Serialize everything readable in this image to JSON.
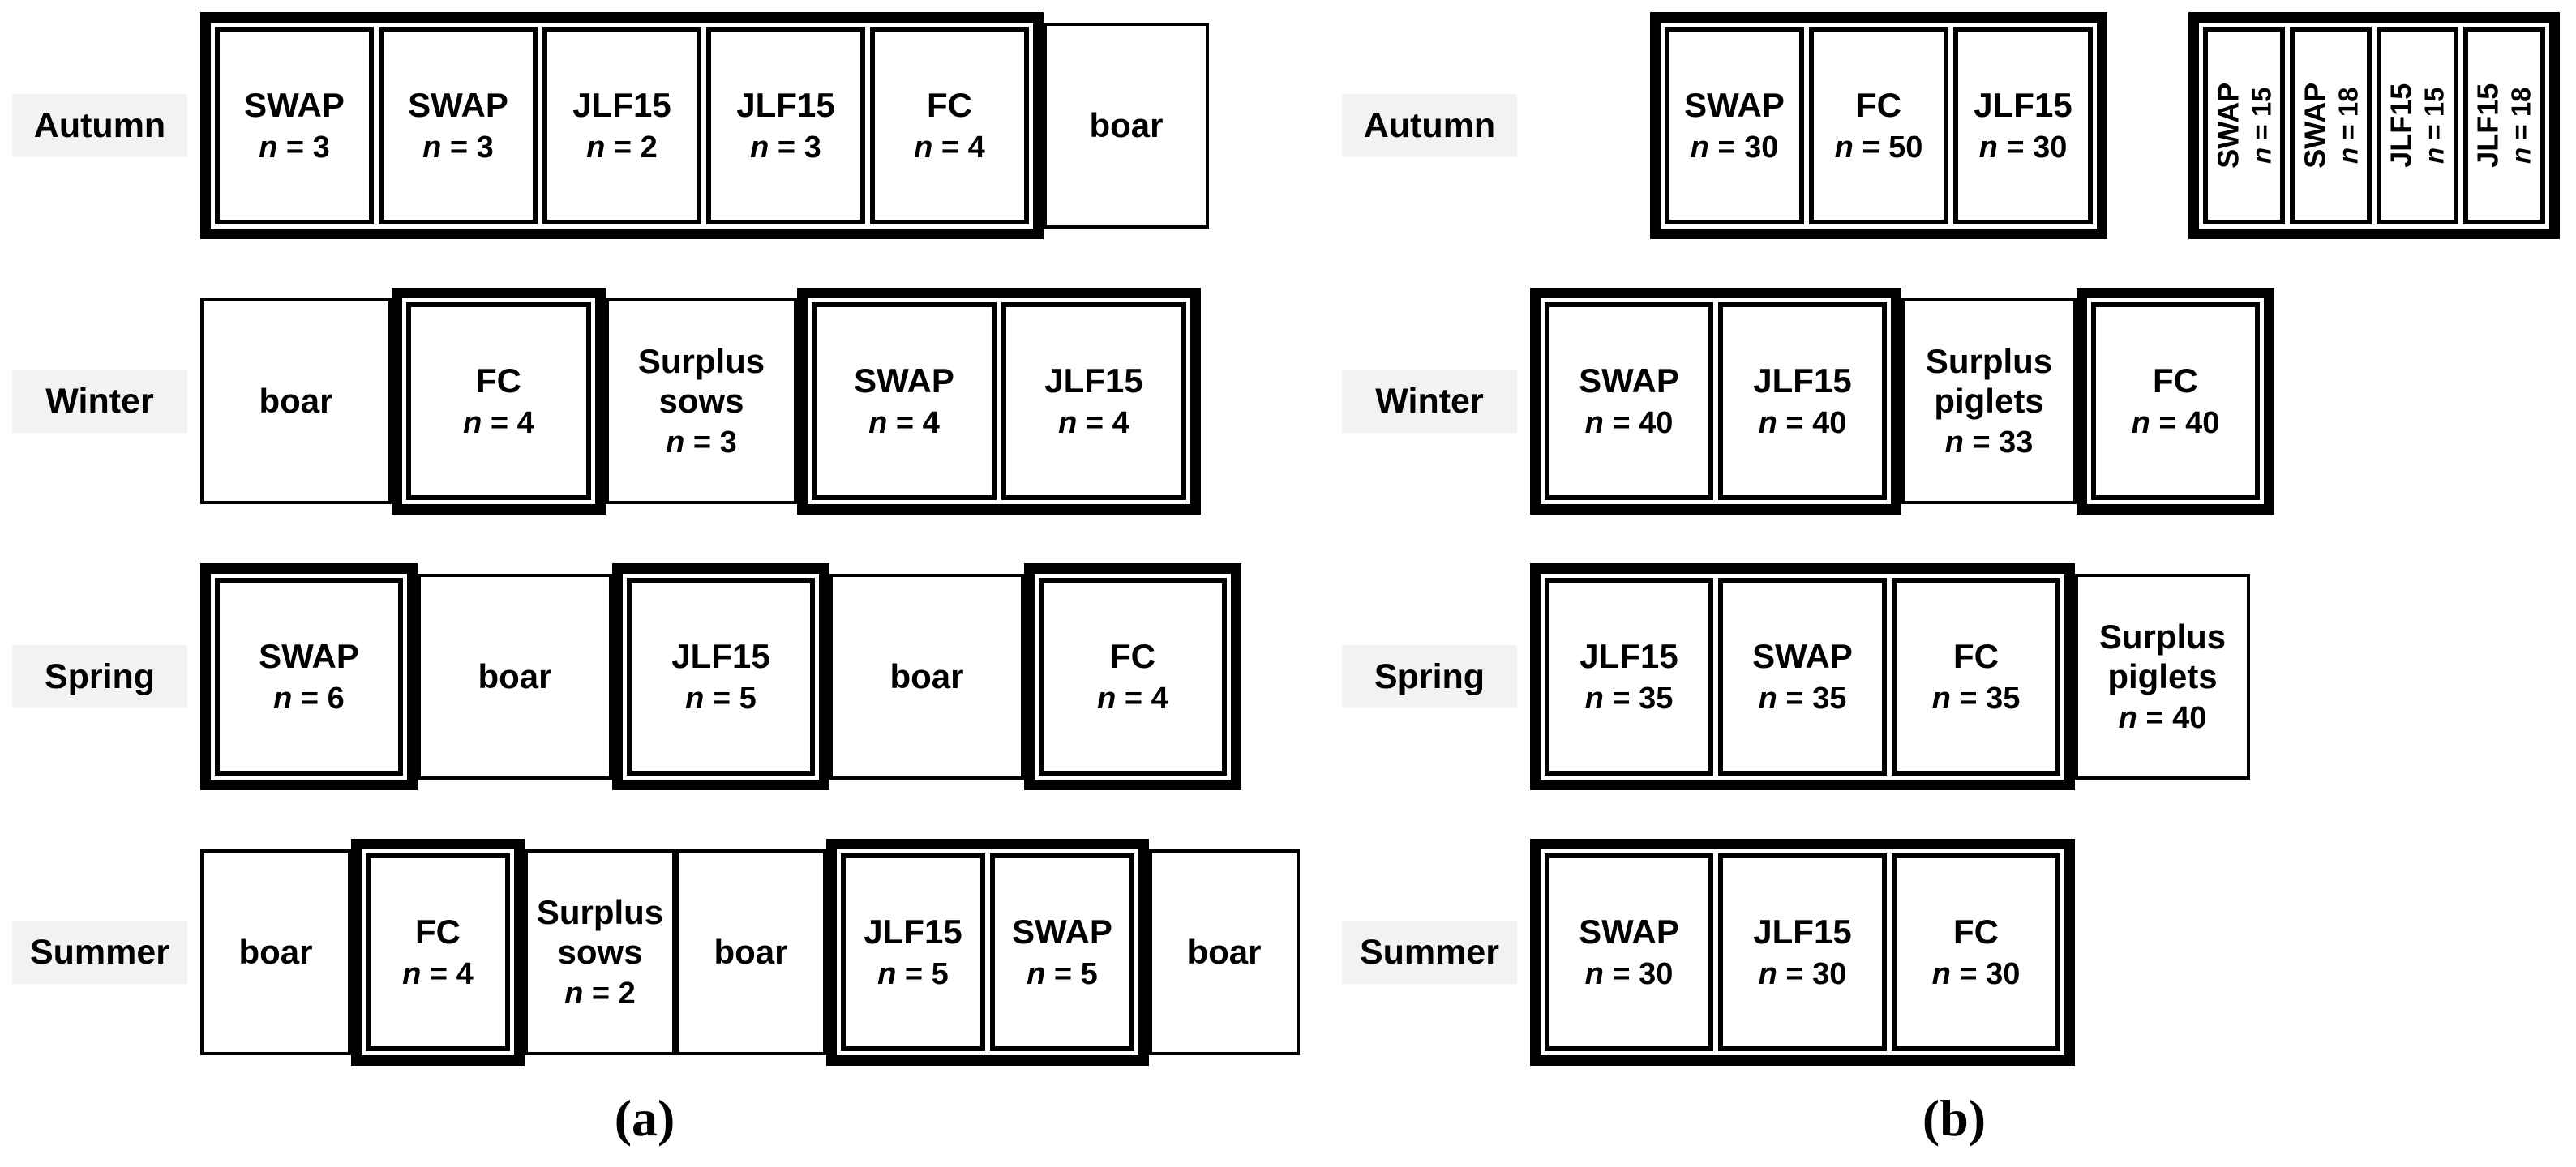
{
  "figure": {
    "border_color": "#000000",
    "season_label_bg": "#f2f2f2",
    "text_color": "#000000",
    "panels": [
      {
        "id": "a",
        "caption": "(a)",
        "rows": [
          {
            "season": "Autumn",
            "groups": [
              {
                "style": "thick",
                "cells": [
                  {
                    "label": "SWAP",
                    "n_line": "n = 3"
                  },
                  {
                    "label": "SWAP",
                    "n_line": "n = 3"
                  },
                  {
                    "label": "JLF15",
                    "n_line": "n = 2"
                  },
                  {
                    "label": "JLF15",
                    "n_line": "n = 3"
                  },
                  {
                    "label": "FC",
                    "n_line": "n = 4"
                  }
                ]
              },
              {
                "style": "thin",
                "cells": [
                  {
                    "label": "boar"
                  }
                ]
              }
            ]
          },
          {
            "season": "Winter",
            "groups": [
              {
                "style": "thin",
                "cells": [
                  {
                    "label": "boar"
                  }
                ]
              },
              {
                "style": "thick",
                "cells": [
                  {
                    "label": "FC",
                    "n_line": "n = 4"
                  }
                ]
              },
              {
                "style": "thin",
                "cells": [
                  {
                    "label": "Surplus\nsows",
                    "n_line": "n = 3"
                  }
                ]
              },
              {
                "style": "thick",
                "cells": [
                  {
                    "label": "SWAP",
                    "n_line": "n = 4"
                  },
                  {
                    "label": "JLF15",
                    "n_line": "n = 4"
                  }
                ]
              }
            ]
          },
          {
            "season": "Spring",
            "groups": [
              {
                "style": "thick",
                "cells": [
                  {
                    "label": "SWAP",
                    "n_line": "n = 6"
                  }
                ]
              },
              {
                "style": "thin",
                "cells": [
                  {
                    "label": "boar"
                  }
                ]
              },
              {
                "style": "thick",
                "cells": [
                  {
                    "label": "JLF15",
                    "n_line": "n = 5"
                  }
                ]
              },
              {
                "style": "thin",
                "cells": [
                  {
                    "label": "boar"
                  }
                ]
              },
              {
                "style": "thick",
                "cells": [
                  {
                    "label": "FC",
                    "n_line": "n = 4"
                  }
                ]
              }
            ]
          },
          {
            "season": "Summer",
            "groups": [
              {
                "style": "thin",
                "cells": [
                  {
                    "label": "boar"
                  }
                ]
              },
              {
                "style": "thick",
                "cells": [
                  {
                    "label": "FC",
                    "n_line": "n = 4"
                  }
                ]
              },
              {
                "style": "thin",
                "cells": [
                  {
                    "label": "Surplus\nsows",
                    "n_line": "n = 2"
                  }
                ]
              },
              {
                "style": "thin",
                "cells": [
                  {
                    "label": "boar"
                  }
                ]
              },
              {
                "style": "thick",
                "cells": [
                  {
                    "label": "JLF15",
                    "n_line": "n = 5"
                  },
                  {
                    "label": "SWAP",
                    "n_line": "n = 5"
                  }
                ]
              },
              {
                "style": "thin",
                "cells": [
                  {
                    "label": "boar"
                  }
                ]
              }
            ]
          }
        ]
      },
      {
        "id": "b",
        "caption": "(b)",
        "rows": [
          {
            "season": "Autumn",
            "groups": [
              {
                "style": "thick",
                "cells": [
                  {
                    "label": "SWAP",
                    "n_line": "n = 30"
                  },
                  {
                    "label": "FC",
                    "n_line": "n = 50"
                  },
                  {
                    "label": "JLF15",
                    "n_line": "n = 30"
                  }
                ]
              },
              {
                "style": "thick",
                "rotated": true,
                "cells": [
                  {
                    "label": "SWAP",
                    "n_line": "n = 15"
                  },
                  {
                    "label": "SWAP",
                    "n_line": "n = 18"
                  },
                  {
                    "label": "JLF15",
                    "n_line": "n = 15"
                  },
                  {
                    "label": "JLF15",
                    "n_line": "n = 18"
                  }
                ]
              }
            ]
          },
          {
            "season": "Winter",
            "groups": [
              {
                "style": "thick",
                "cells": [
                  {
                    "label": "SWAP",
                    "n_line": "n = 40"
                  },
                  {
                    "label": "JLF15",
                    "n_line": "n = 40"
                  }
                ]
              },
              {
                "style": "thin",
                "cells": [
                  {
                    "label": "Surplus\npiglets",
                    "n_line": "n = 33"
                  }
                ]
              },
              {
                "style": "thick",
                "cells": [
                  {
                    "label": "FC",
                    "n_line": "n = 40"
                  }
                ]
              }
            ]
          },
          {
            "season": "Spring",
            "groups": [
              {
                "style": "thick",
                "cells": [
                  {
                    "label": "JLF15",
                    "n_line": "n = 35"
                  },
                  {
                    "label": "SWAP",
                    "n_line": "n = 35"
                  },
                  {
                    "label": "FC",
                    "n_line": "n = 35"
                  }
                ]
              },
              {
                "style": "thin",
                "cells": [
                  {
                    "label": "Surplus\npiglets",
                    "n_line": "n = 40"
                  }
                ]
              }
            ]
          },
          {
            "season": "Summer",
            "groups": [
              {
                "style": "thick",
                "cells": [
                  {
                    "label": "SWAP",
                    "n_line": "n = 30"
                  },
                  {
                    "label": "JLF15",
                    "n_line": "n = 30"
                  },
                  {
                    "label": "FC",
                    "n_line": "n = 30"
                  }
                ]
              }
            ]
          }
        ]
      }
    ]
  }
}
